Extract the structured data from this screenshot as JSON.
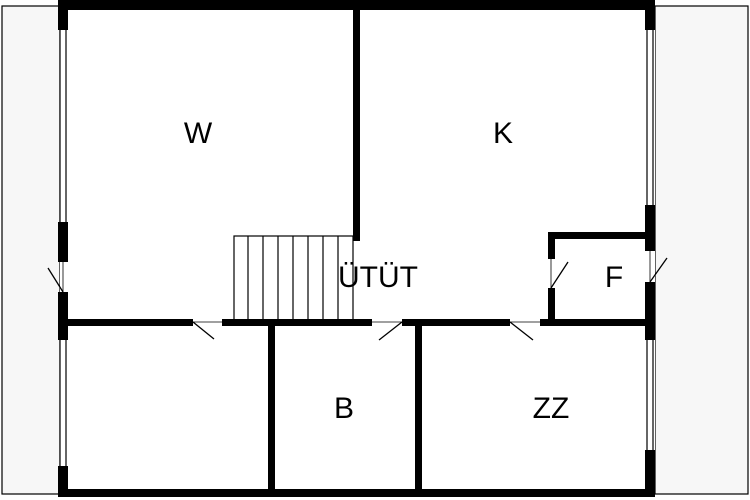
{
  "floor_plan": {
    "rooms": {
      "w": "W",
      "k": "K",
      "hall": "ÜTÜT",
      "f": "F",
      "b": "B",
      "zz": "ZZ"
    },
    "colors": {
      "wall": "#000000",
      "background": "#ffffff",
      "outer_strip": "#f7f7f7"
    }
  }
}
